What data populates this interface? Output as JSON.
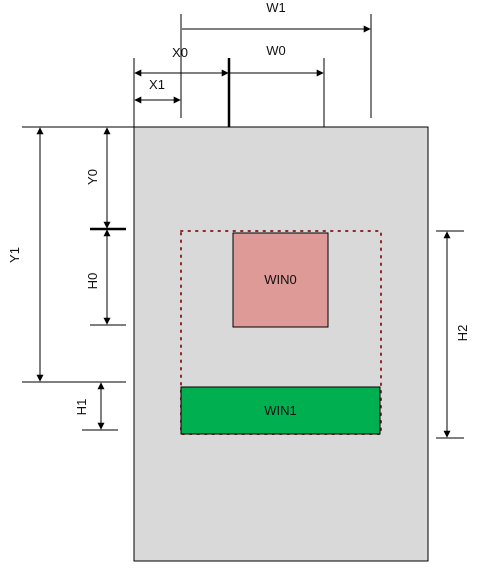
{
  "colors": {
    "screen_fill": "#d9d9d9",
    "win0_fill": "#dd9a96",
    "win1_fill": "#00b050",
    "dotted_outline": "#8b2a2a",
    "line": "#000000"
  },
  "labels": {
    "W1": "W1",
    "X0": "X0",
    "W0": "W0",
    "X1": "X1",
    "Y0": "Y0",
    "Y1": "Y1",
    "H0": "H0",
    "H1": "H1",
    "H2": "H2",
    "WIN0": "WIN0",
    "WIN1": "WIN1"
  }
}
